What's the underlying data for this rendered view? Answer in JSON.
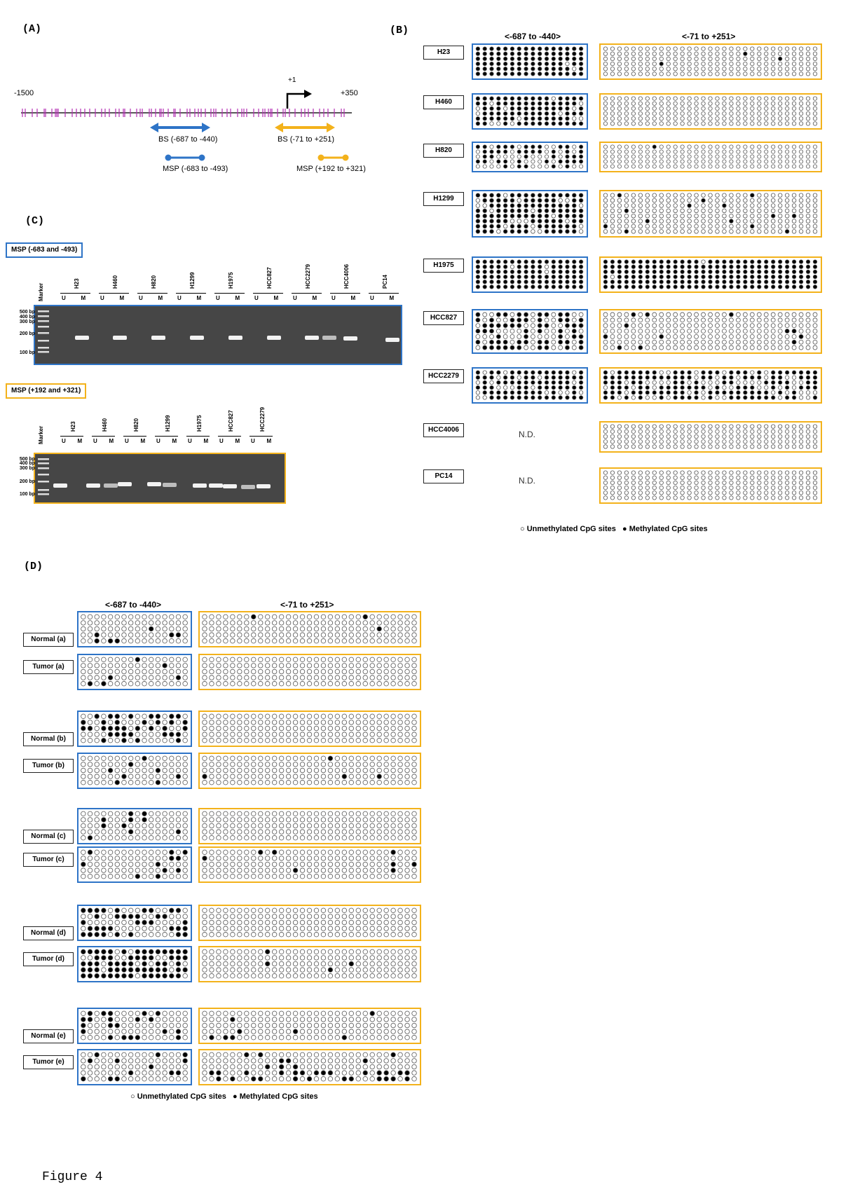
{
  "figure_caption": "Figure 4",
  "panels": {
    "A": "(A)",
    "B": "(B)",
    "C": "(C)",
    "D": "(D)"
  },
  "panel_a": {
    "left_coord": "-1500",
    "right_coord": "+350",
    "tss_label": "+1",
    "bs_left": "BS (-687 to -440)",
    "bs_right": "BS (-71 to +251)",
    "msp_left": "MSP (-683 to -493)",
    "msp_right": "MSP (+192 to +321)"
  },
  "panel_b": {
    "col_left": "<-687 to -440>",
    "col_right": "<-71 to +251>",
    "nd_text": "N.D.",
    "legend_unmeth": "Unmethylated CpG sites",
    "legend_meth": "Methylated CpG sites",
    "rows": [
      {
        "label": "H23"
      },
      {
        "label": "H460"
      },
      {
        "label": "H820"
      },
      {
        "label": "H1299"
      },
      {
        "label": "H1975"
      },
      {
        "label": "HCC827"
      },
      {
        "label": "HCC2279"
      },
      {
        "label": "HCC4006"
      },
      {
        "label": "PC14"
      }
    ]
  },
  "panel_c": {
    "msp1_label": "MSP (-683 and -493)",
    "msp2_label": "MSP (+192 and +321)",
    "marker": "Marker",
    "ladder": [
      "500 bp",
      "400 bp",
      "300 bp",
      "200 bp",
      "100 bp"
    ],
    "gel1_lanes": [
      "H23",
      "H460",
      "H820",
      "H1299",
      "H1975",
      "HCC827",
      "HCC2279",
      "HCC4006",
      "PC14"
    ],
    "gel2_lanes": [
      "H23",
      "H460",
      "H820",
      "H1299",
      "H1975",
      "HCC827",
      "HCC2279"
    ],
    "u": "U",
    "m": "M"
  },
  "panel_d": {
    "col_left": "<-687 to -440>",
    "col_right": "<-71 to +251>",
    "legend_unmeth": "Unmethylated CpG sites",
    "legend_meth": "Methylated CpG sites",
    "rows": [
      {
        "label": "Normal (a)"
      },
      {
        "label": "Tumor (a)"
      },
      {
        "label": "Normal (b)"
      },
      {
        "label": "Tumor (b)"
      },
      {
        "label": "Normal (c)"
      },
      {
        "label": "Tumor (c)"
      },
      {
        "label": "Normal (d)"
      },
      {
        "label": "Tumor (d)"
      },
      {
        "label": "Normal (e)"
      },
      {
        "label": "Tumor (e)"
      }
    ]
  }
}
